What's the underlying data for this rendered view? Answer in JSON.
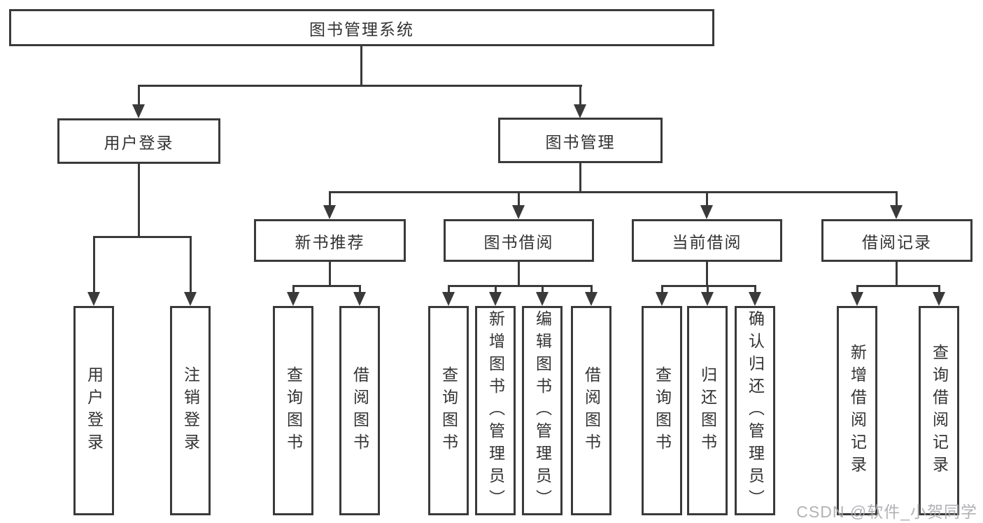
{
  "diagram": {
    "root": {
      "label": "图书管理系统"
    },
    "level2": [
      {
        "label": "用户登录"
      },
      {
        "label": "图书管理"
      }
    ],
    "level3": [
      {
        "label": "新书推荐"
      },
      {
        "label": "图书借阅"
      },
      {
        "label": "当前借阅"
      },
      {
        "label": "借阅记录"
      }
    ],
    "leaves": [
      {
        "label": "用户登录"
      },
      {
        "label": "注销登录"
      },
      {
        "label": "查询图书"
      },
      {
        "label": "借阅图书"
      },
      {
        "label": "查询图书"
      },
      {
        "label": "新增图书（管理员）"
      },
      {
        "label": "编辑图书（管理员）"
      },
      {
        "label": "借阅图书"
      },
      {
        "label": "查询图书"
      },
      {
        "label": "归还图书"
      },
      {
        "label": "确认归还（管理员）"
      },
      {
        "label": "新增借阅记录"
      },
      {
        "label": "查询借阅记录"
      }
    ]
  },
  "watermark": {
    "text": "CSDN @软件_小贺同学"
  },
  "colors": {
    "line": "#3a3a3a",
    "text": "#333333",
    "background": "#ffffff",
    "watermark": "#a9aaad"
  }
}
